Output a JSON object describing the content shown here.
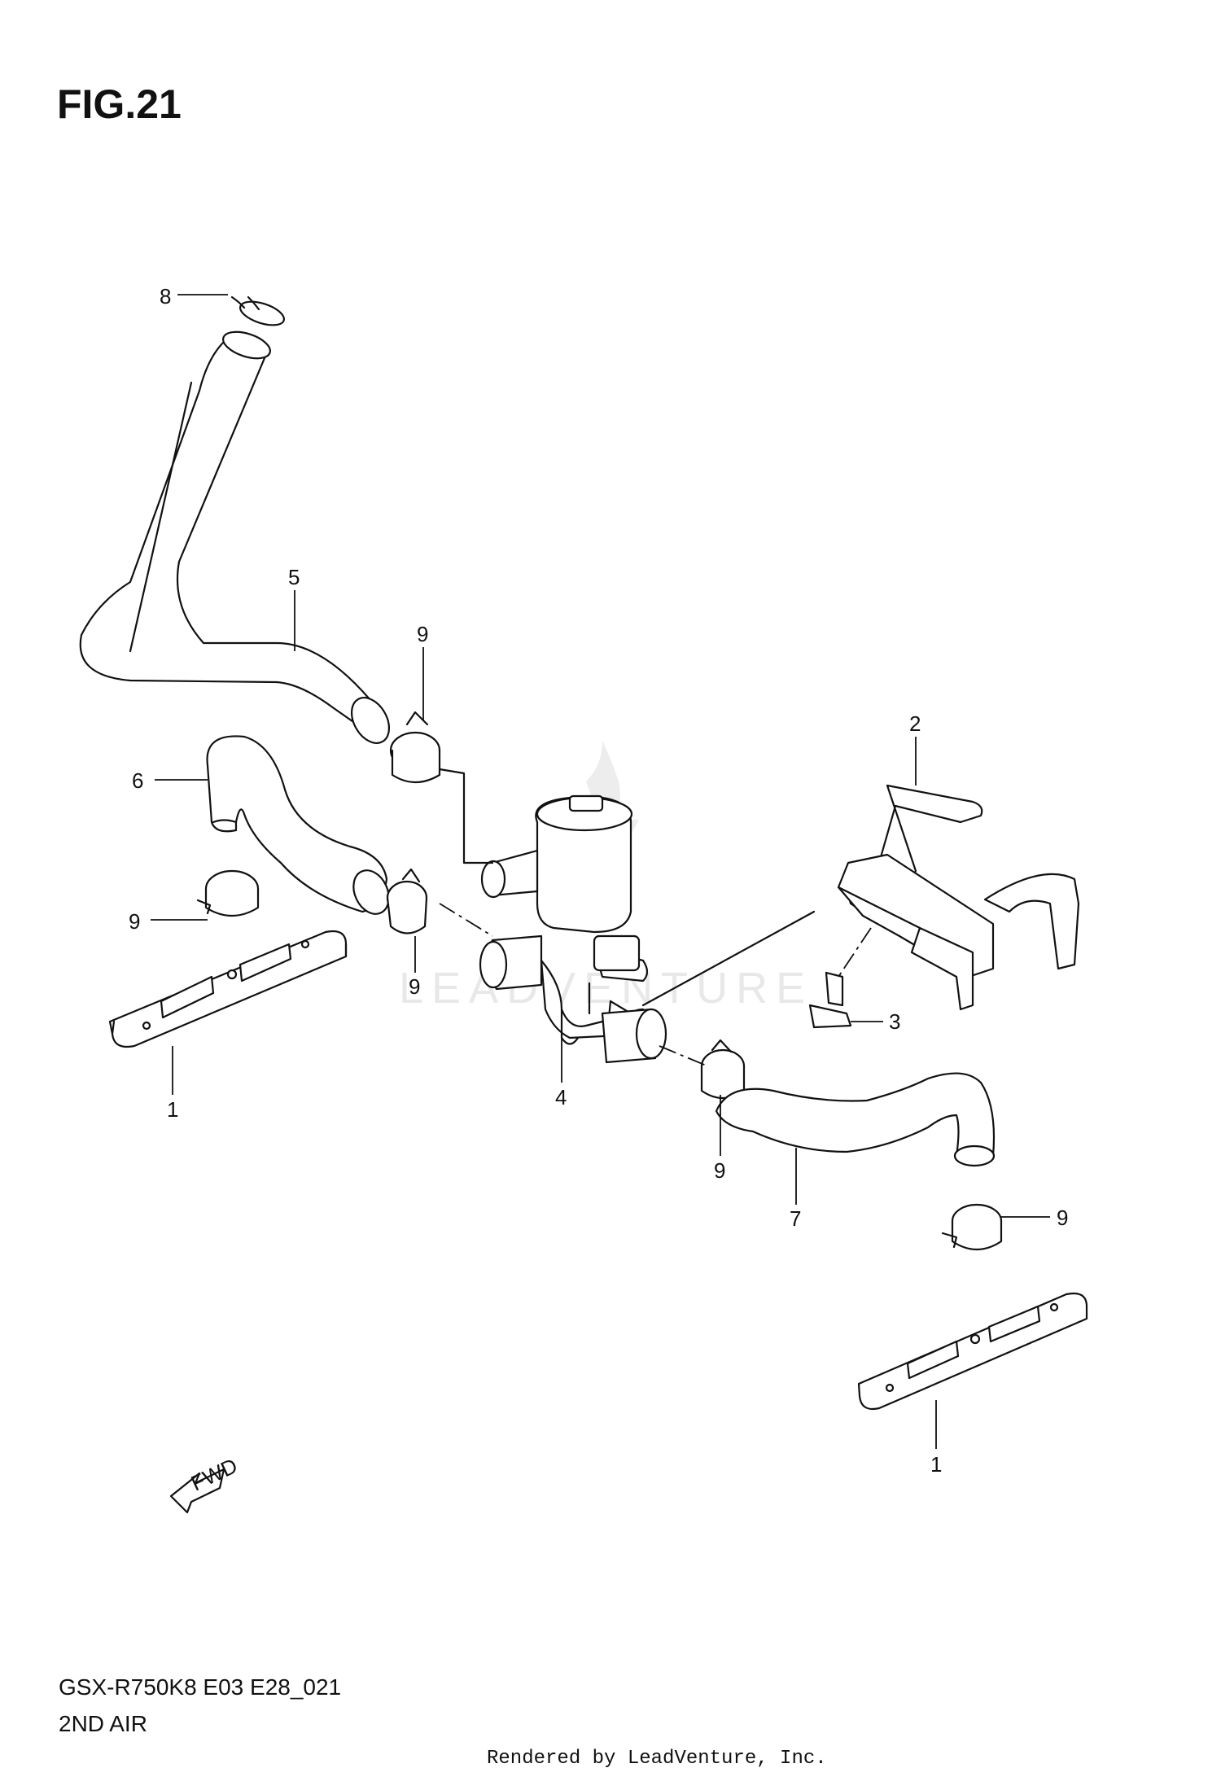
{
  "figure": {
    "title": "FIG.21",
    "model_code": "GSX-R750K8 E03 E28_021",
    "section_name": "2ND AIR",
    "credit": "Rendered by LeadVenture, Inc.",
    "watermark": "LEADVENTURE",
    "fwd_label": "FWD"
  },
  "callouts": [
    {
      "id": "c8",
      "label": "8"
    },
    {
      "id": "c5",
      "label": "5"
    },
    {
      "id": "c9a",
      "label": "9"
    },
    {
      "id": "c2",
      "label": "2"
    },
    {
      "id": "c6",
      "label": "6"
    },
    {
      "id": "c9b",
      "label": "9"
    },
    {
      "id": "c9c",
      "label": "9"
    },
    {
      "id": "c3",
      "label": "3"
    },
    {
      "id": "c1a",
      "label": "1"
    },
    {
      "id": "c4",
      "label": "4"
    },
    {
      "id": "c9d",
      "label": "9"
    },
    {
      "id": "c7",
      "label": "7"
    },
    {
      "id": "c9e",
      "label": "9"
    },
    {
      "id": "c1b",
      "label": "1"
    }
  ],
  "colors": {
    "ink": "#111111",
    "background": "#ffffff",
    "watermark": "#e8e8e8"
  }
}
